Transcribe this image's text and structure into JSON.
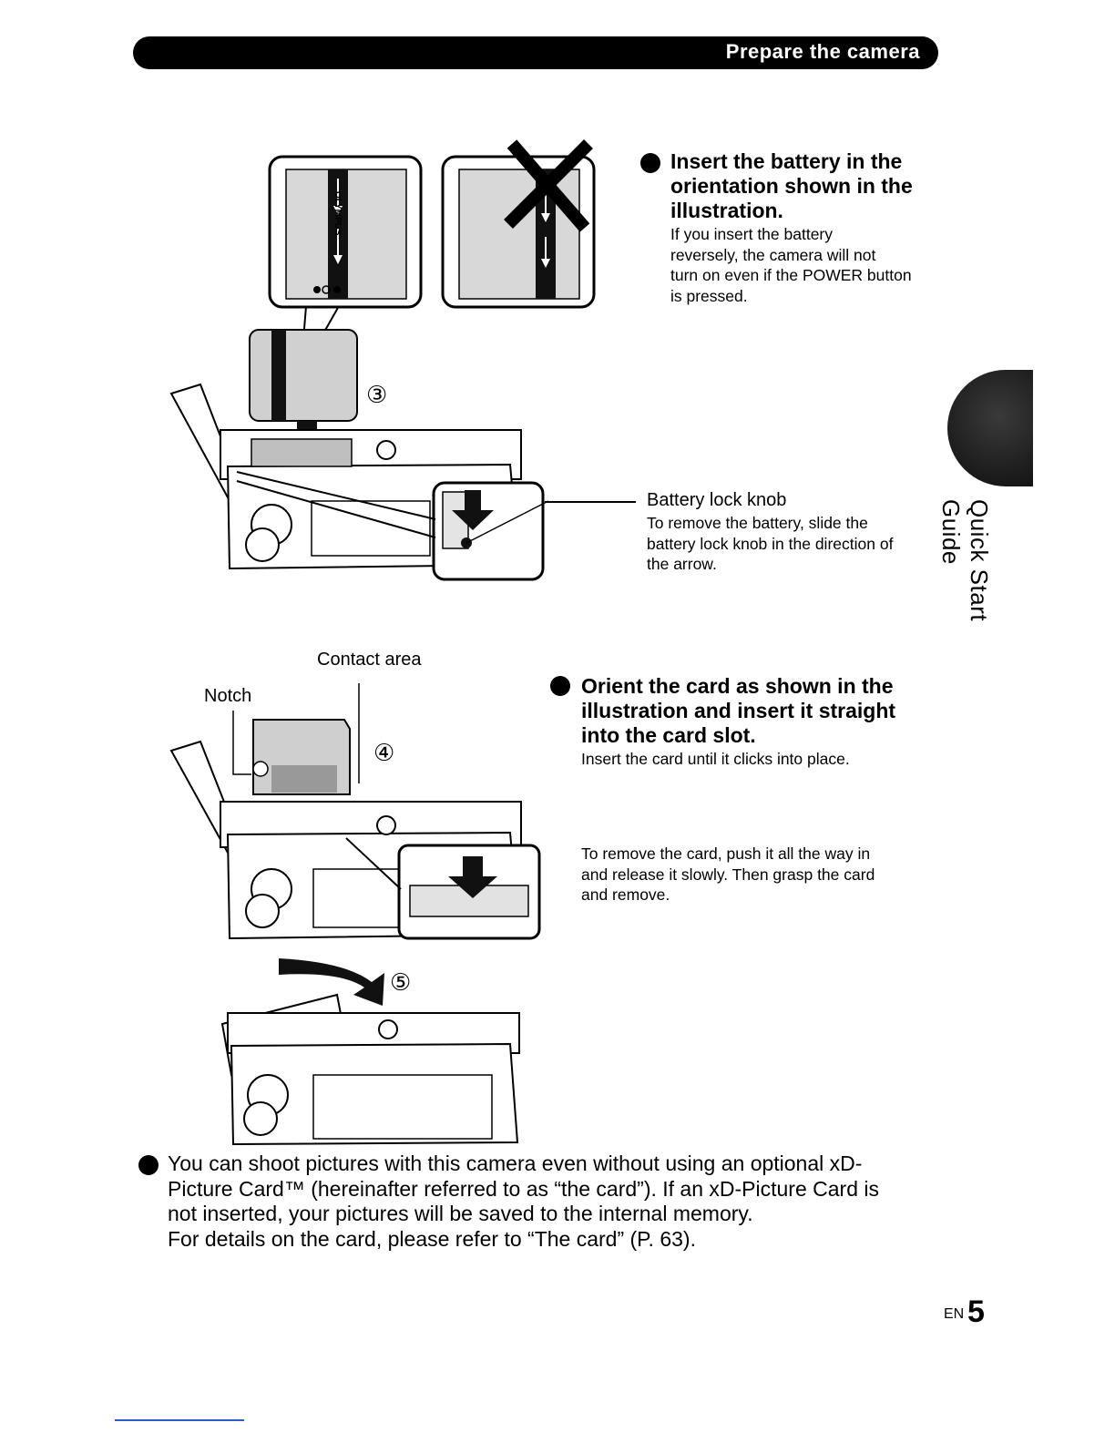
{
  "header": {
    "title": "Prepare the camera"
  },
  "side_tab": {
    "label": "Quick Start Guide"
  },
  "battery_step": {
    "heading": "Insert the battery in the orientation shown in the illustration.",
    "heading_lines": [
      "Insert the battery in the",
      "orientation shown in the",
      "illustration."
    ],
    "body_lines": [
      "If you insert the battery",
      "reversely, the camera will not",
      "turn on even if the POWER button",
      "is pressed."
    ]
  },
  "battery_lock": {
    "title": "Battery lock knob",
    "body_lines": [
      "To remove the battery, slide the",
      "battery lock knob in the direction of",
      "the arrow."
    ]
  },
  "card_step": {
    "heading_lines": [
      "Orient the card as shown in the",
      "illustration and insert it straight",
      "into the card slot."
    ],
    "body": "Insert the card until it clicks into place."
  },
  "card_remove": {
    "body_lines": [
      "To remove the card, push it all the way in",
      "and release it slowly. Then grasp the card",
      "and remove."
    ]
  },
  "figure_labels": {
    "contact_area": "Contact area",
    "notch": "Notch",
    "step3": "③",
    "step4": "④",
    "step5": "⑤",
    "battery_brand": "OLYMPUS"
  },
  "note": {
    "lines": [
      "You can shoot pictures with this camera even without using an optional xD-",
      "Picture Card™ (hereinafter referred to as “the card”). If an xD-Picture Card is",
      "not inserted, your pictures will be saved to the internal memory.",
      "For details on the card, please refer to “The card” (P. 63)."
    ]
  },
  "footer": {
    "lang": "EN",
    "page": "5"
  }
}
